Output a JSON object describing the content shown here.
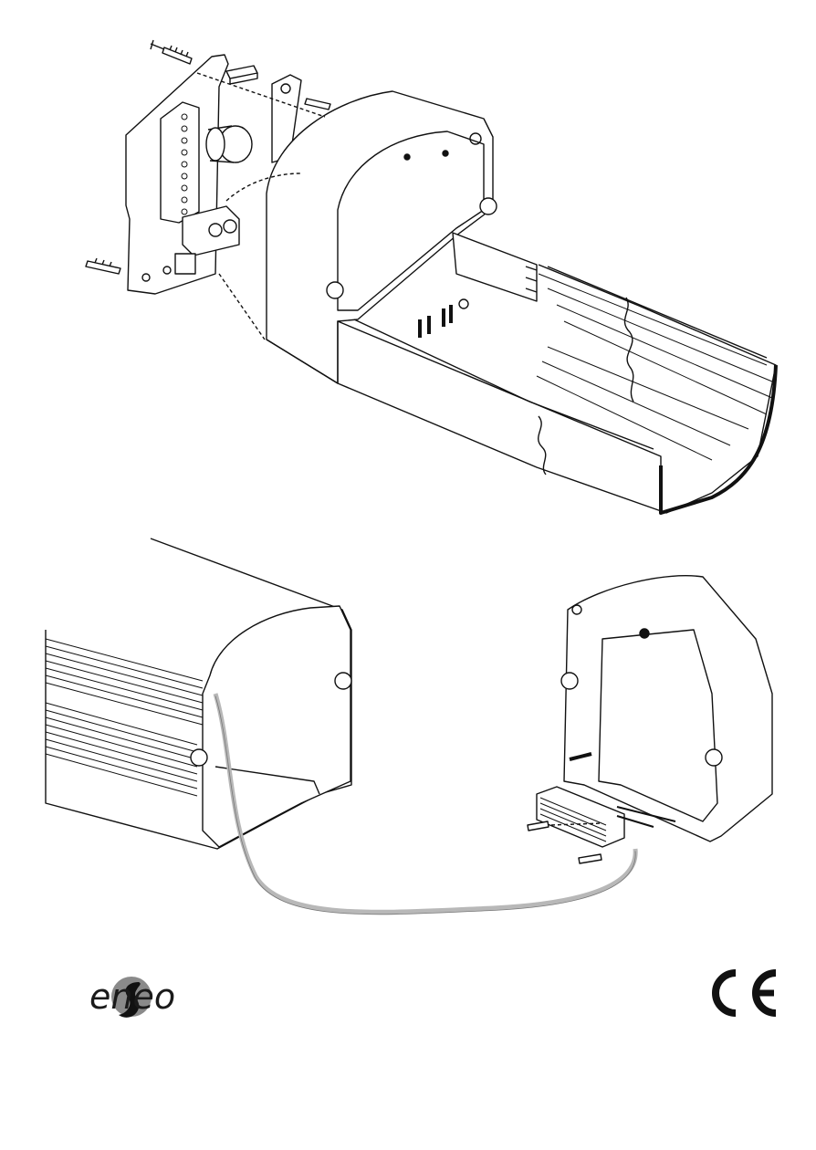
{
  "brand": {
    "name": "eneo",
    "logo_icon": "eneo-swirl-logo-icon",
    "logo_color": "#8a8a8a"
  },
  "certification": {
    "mark": "CE",
    "icon": "ce-mark-icon"
  },
  "illustrations": {
    "top": "camera-housing-exploded-assembly",
    "bottom": "camera-housing-heater-installation"
  },
  "colors": {
    "line": "#111111",
    "cable": "#b8b8b8",
    "background": "#ffffff"
  }
}
